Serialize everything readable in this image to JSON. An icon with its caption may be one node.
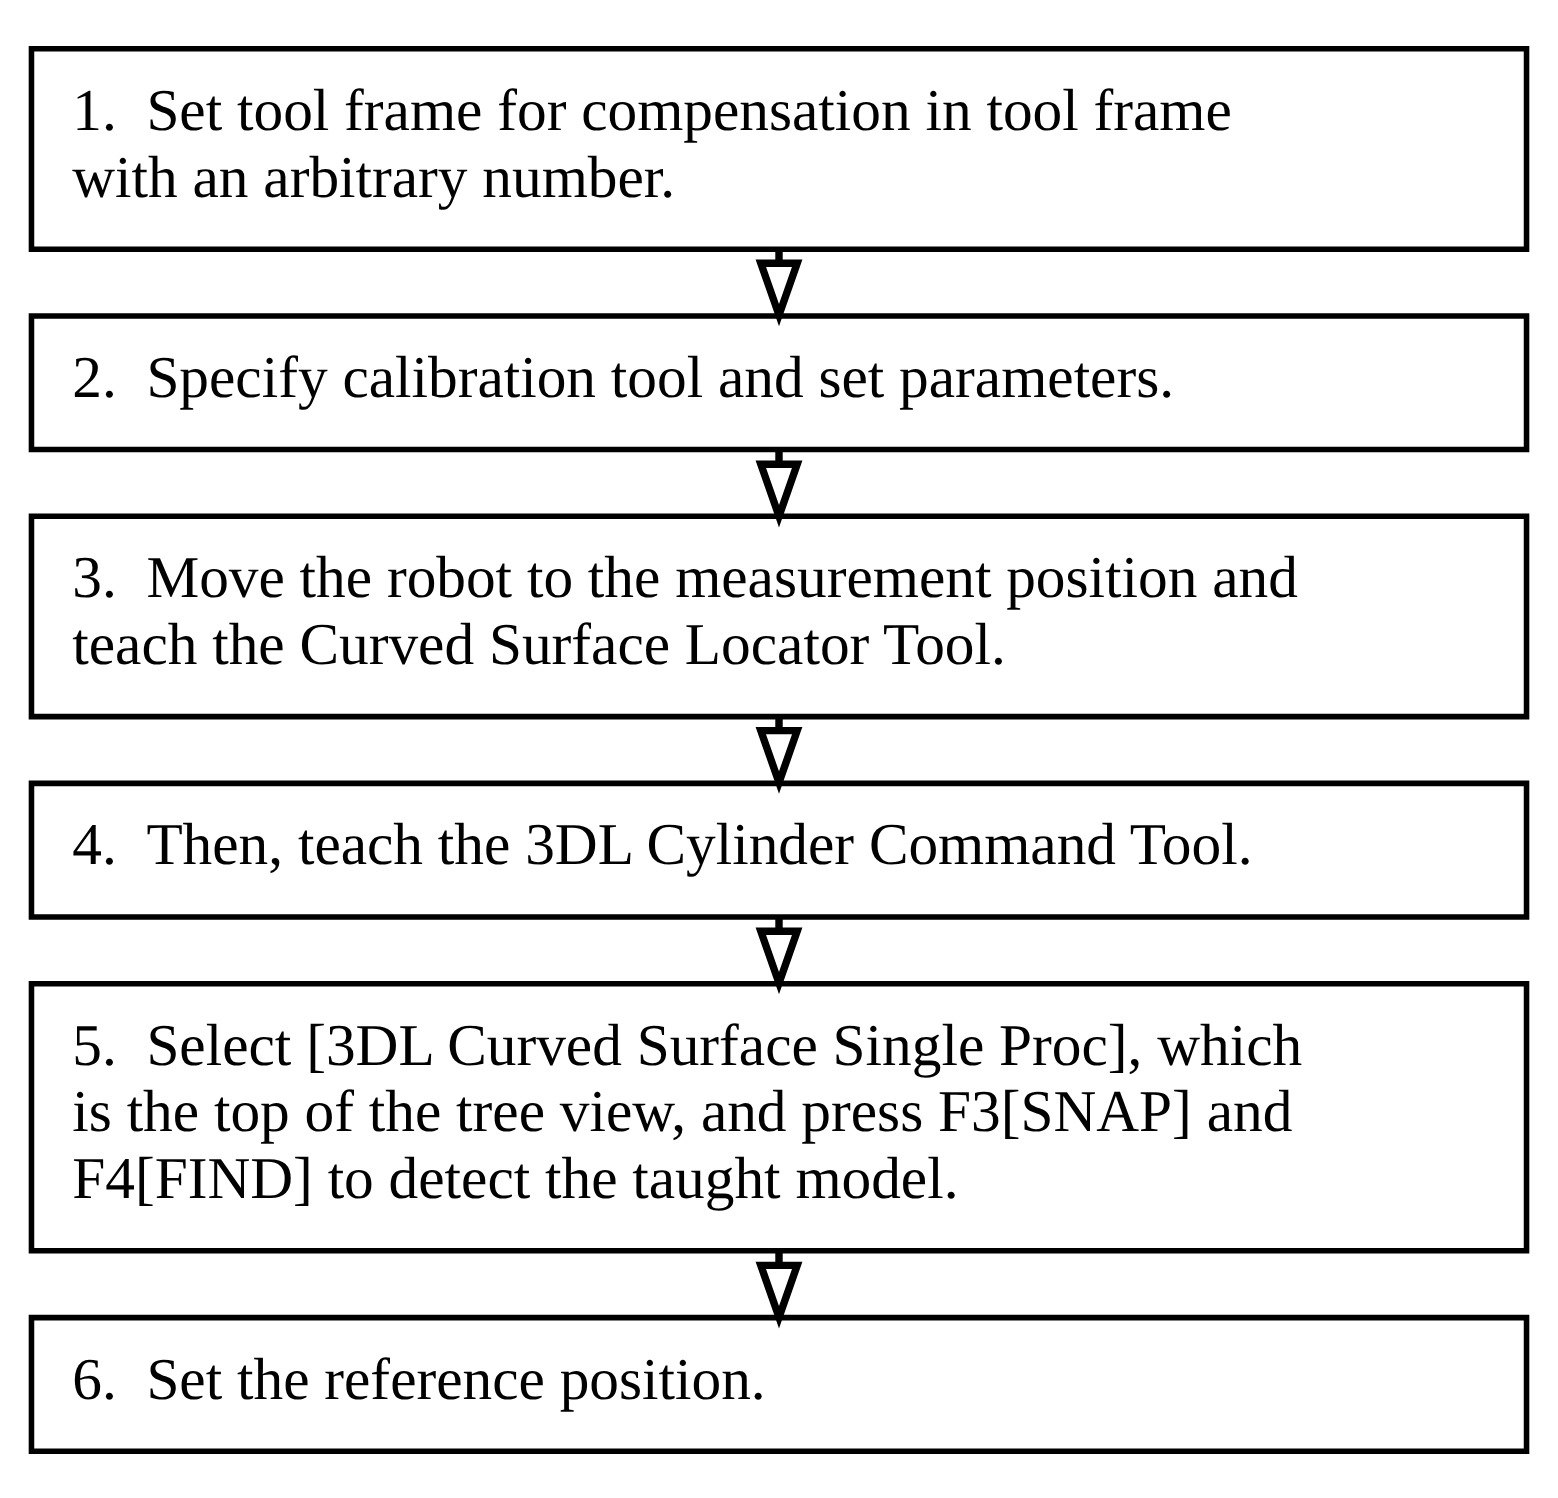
{
  "diagram": {
    "nodes": [
      {
        "text": [
          "1.  Set tool frame for compensation in tool frame with an arbitrary number."
        ]
      },
      {
        "text": [
          "2.  Specify calibration tool and set parameters."
        ]
      },
      {
        "text": [
          "3.  Move the robot to the measurement position and teach the Curved Surface Locator Tool."
        ]
      },
      {
        "text": [
          "4.  Then, teach the 3DL Cylinder Command Tool."
        ]
      },
      {
        "text": [
          "5.  Select [3DL Curved Surface Single Proc], which is the top of the tree view, and press F3[SNAP] and F4[FIND] to detect the taught model."
        ]
      },
      {
        "text": [
          "6.  Set the reference position."
        ]
      }
    ],
    "edges": [
      {
        "from": 0,
        "to": 1,
        "arrow": "to"
      },
      {
        "from": 1,
        "to": 2,
        "arrow": "to"
      },
      {
        "from": 2,
        "to": 3,
        "arrow": "to"
      },
      {
        "from": 3,
        "to": 4,
        "arrow": "to"
      },
      {
        "from": 4,
        "to": 5,
        "arrow": "to"
      }
    ]
  }
}
